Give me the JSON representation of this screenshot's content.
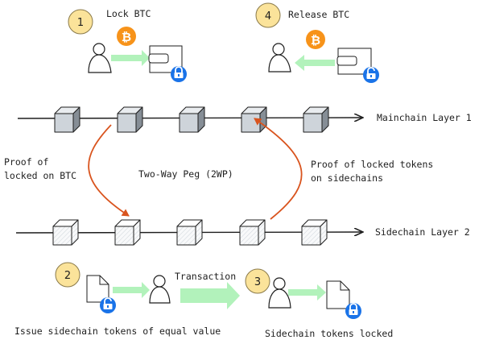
{
  "title": "Two-Way Peg (2WP)",
  "colors": {
    "step_badge": "#fbe39a",
    "step_badge_border": "#a08a4a",
    "bitcoin": "#f7931a",
    "lock": "#1a73e8",
    "green_arrow": "#b2f2bb",
    "orange_arrow": "#d9541e",
    "main_block": "#ced4da",
    "side_block": "#f1f3f5"
  },
  "steps": [
    {
      "number": "1",
      "label": "Lock BTC"
    },
    {
      "number": "2",
      "label": "Issue sidechain tokens of equal value"
    },
    {
      "number": "3",
      "label": "Sidechain tokens locked"
    },
    {
      "number": "4",
      "label": "Release BTC"
    }
  ],
  "chains": {
    "mainchain": {
      "label": "Mainchain Layer 1",
      "blocks": 5
    },
    "sidechain": {
      "label": "Sidechain Layer 2",
      "blocks": 5
    }
  },
  "annotations": {
    "proof_btc_line1": "Proof of",
    "proof_btc_line2": "locked on BTC",
    "proof_side_line1": "Proof of locked tokens",
    "proof_side_line2": "on sidechains",
    "transaction": "Transaction"
  },
  "icons": {
    "bitcoin": "₿"
  }
}
